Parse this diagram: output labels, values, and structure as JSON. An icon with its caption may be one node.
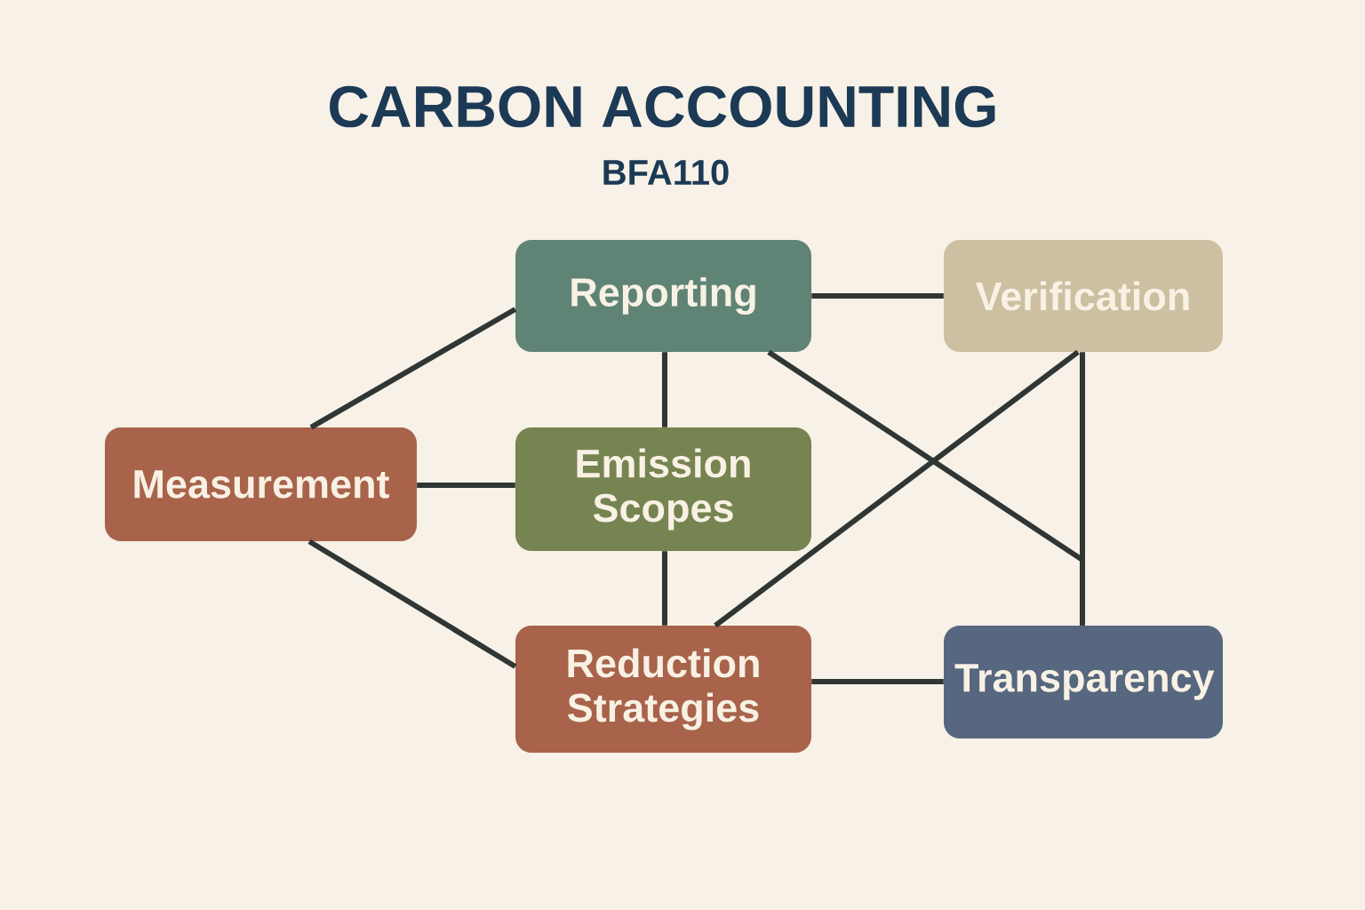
{
  "diagram": {
    "title": "CARBON ACCOUNTING",
    "nodes": [
      {
        "text": [
          "Reporting"
        ]
      },
      {
        "text": [
          "Verification"
        ]
      },
      {
        "text": [
          "Measurement"
        ]
      },
      {
        "text": [
          "Emission Scopes"
        ]
      },
      {
        "text": [
          "Reduction Strategies"
        ]
      },
      {
        "text": [
          "Transparency"
        ]
      }
    ],
    "edges": [
      {
        "from": 0,
        "to": 1,
        "arrow": "none"
      },
      {
        "from": 2,
        "to": 0,
        "arrow": "none"
      },
      {
        "from": 0,
        "to": 3,
        "arrow": "none"
      },
      {
        "from": 2,
        "to": 3,
        "arrow": "none"
      },
      {
        "from": 2,
        "to": 4,
        "arrow": "none"
      },
      {
        "from": 3,
        "to": 4,
        "arrow": "none"
      },
      {
        "from": 4,
        "to": 1,
        "arrow": "none"
      },
      {
        "from": 0,
        "to": 5,
        "arrow": "none"
      },
      {
        "from": 1,
        "to": 5,
        "arrow": "none"
      },
      {
        "from": 4,
        "to": 5,
        "arrow": "none"
      }
    ],
    "labels": [
      "BFA110"
    ]
  }
}
